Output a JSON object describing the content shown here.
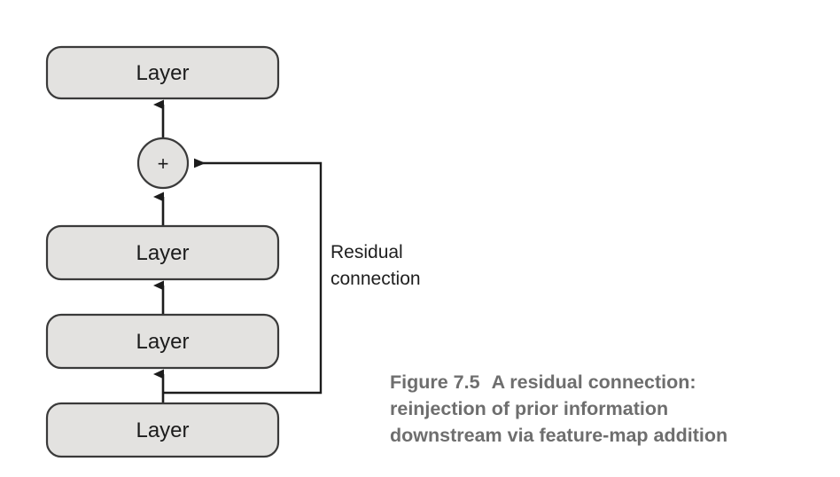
{
  "figure": {
    "boxes": [
      {
        "id": "layer-top",
        "label": "Layer"
      },
      {
        "id": "layer-second",
        "label": "Layer"
      },
      {
        "id": "layer-third",
        "label": "Layer"
      },
      {
        "id": "layer-bottom",
        "label": "Layer"
      }
    ],
    "adder": {
      "label": "+",
      "name": "addition-node"
    },
    "annotation": {
      "line1": "Residual",
      "line2": "connection"
    },
    "caption": {
      "line1_bold": "Figure 7.5",
      "line1_rest": "A residual connection:",
      "line2": "reinjection of prior information",
      "line3": "downstream via feature-map addition"
    },
    "colors": {
      "box_fill": "#e3e2e0",
      "box_stroke": "#3a3a3a",
      "arrow": "#1c1c1c",
      "caption": "#6e6e6e",
      "text": "#1f1f1f",
      "background": "#ffffff"
    }
  }
}
